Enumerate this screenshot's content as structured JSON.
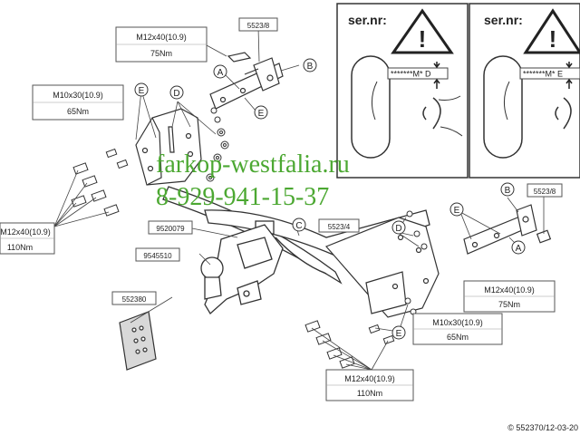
{
  "torque_labels": {
    "top_left_spec": "M12x40(10.9)",
    "top_left_nm": "75Nm",
    "left_spec": "M10x30(10.9)",
    "left_nm": "65Nm",
    "far_left_spec": "M12x40(10.9)",
    "far_left_nm": "110Nm",
    "right_spec": "M12x40(10.9)",
    "right_nm": "75Nm",
    "mid_right_spec": "M10x30(10.9)",
    "mid_right_nm": "65Nm",
    "bottom_spec": "M12x40(10.9)",
    "bottom_nm": "110Nm"
  },
  "part_numbers": {
    "top_bracket": "5523/8",
    "right_bracket": "5523/8",
    "crossbar": "5523/4",
    "neck": "9520079",
    "ball": "9545510",
    "socket_plate": "552380"
  },
  "letters": {
    "a1": "A",
    "b1": "B",
    "e1": "E",
    "d1": "D",
    "e2": "E",
    "c1": "C",
    "e3": "E",
    "b2": "B",
    "a2": "A",
    "d2": "D",
    "e4": "E"
  },
  "serial_panels": {
    "left_title": "ser.nr:",
    "left_code": "*******M* D",
    "right_title": "ser.nr:",
    "right_code": "*******M* E",
    "warning_symbol": "!"
  },
  "watermark": {
    "site": "farkop-westfalia.ru",
    "phone": "8-929-941-15-37"
  },
  "copyright": "© 552370/12-03-20",
  "colors": {
    "watermark": "#4ca832",
    "line": "#333333"
  },
  "icons": [
    "warning-triangle-icon",
    "eye-icon"
  ]
}
